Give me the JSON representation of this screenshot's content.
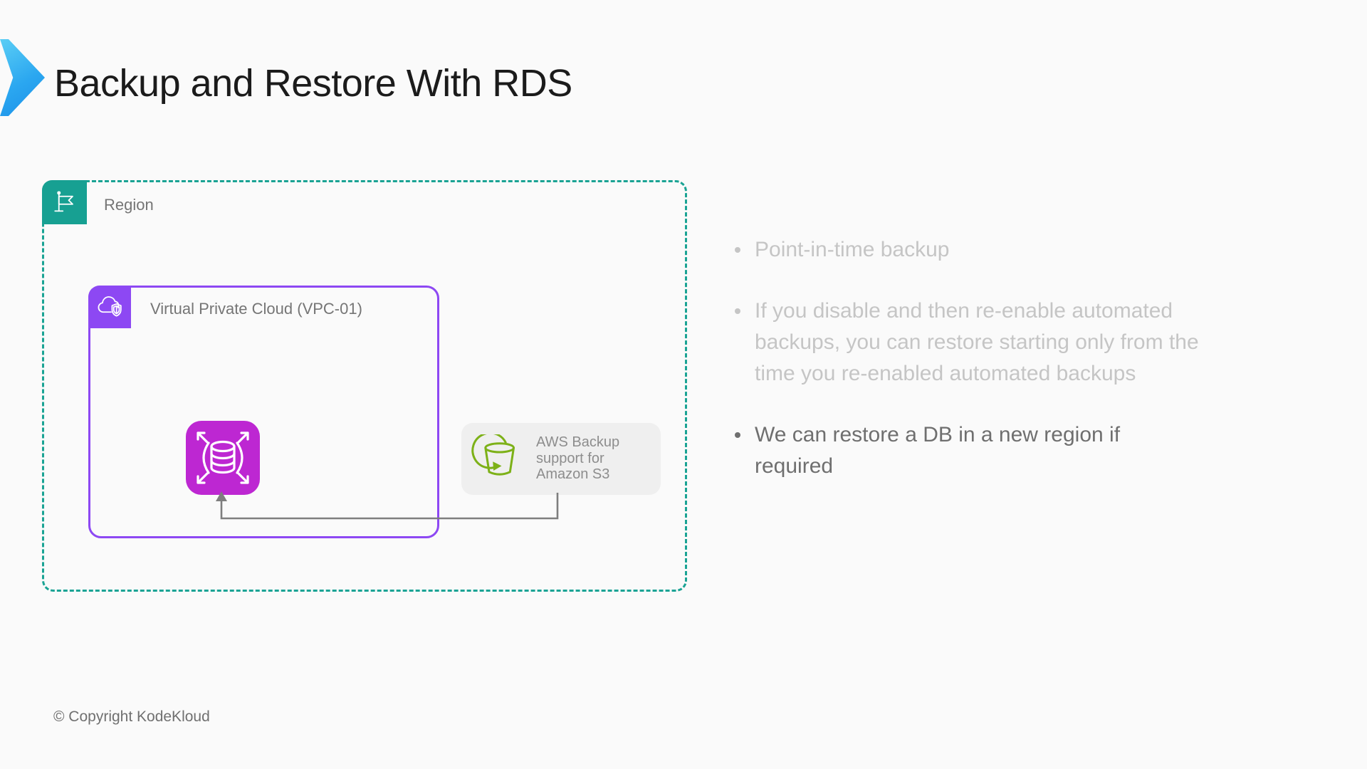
{
  "title": "Backup and Restore With RDS",
  "diagram": {
    "region_label": "Region",
    "vpc_label": "Virtual Private Cloud (VPC-01)",
    "backup_label": "AWS Backup support for Amazon S3"
  },
  "bullets": [
    {
      "text": "Point-in-time backup",
      "muted": true
    },
    {
      "text": "If you disable and then re-enable automated backups, you can restore starting only from the time you re-enabled automated backups",
      "muted": true
    },
    {
      "text": "We can restore a DB in a new region if required",
      "muted": false
    }
  ],
  "footer_copyright": "© Copyright KodeKloud",
  "icons": {
    "title_accent": "chevron-right-icon",
    "region": "flag-icon",
    "vpc": "cloud-shield-icon",
    "rds": "database-scale-icon",
    "backup": "s3-bucket-restore-icon",
    "connector": "up-arrow-connector"
  },
  "colors": {
    "accent_blue": "#2ba7f0",
    "region_teal": "#17a092",
    "vpc_purple": "#8d48f3",
    "rds_magenta": "#bd27d2",
    "s3_green": "#7db118",
    "connector_gray": "#7e7e7e",
    "muted_text": "#c5c5c5",
    "body_text": "#6f6f6f",
    "title_text": "#1b1b1b"
  }
}
